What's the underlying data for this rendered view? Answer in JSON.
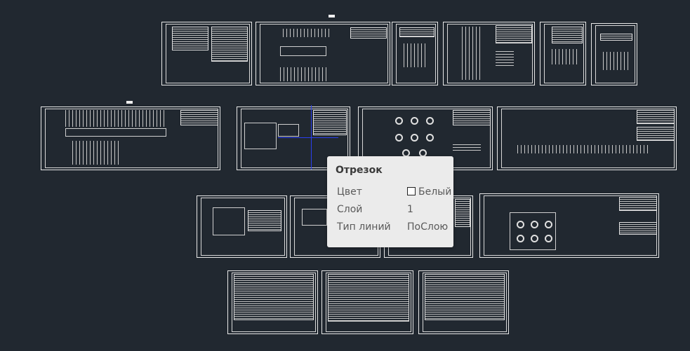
{
  "tooltip": {
    "title": "Отрезок",
    "rows": [
      {
        "label": "Цвет",
        "value": "Белый",
        "swatch_color": "#ffffff"
      },
      {
        "label": "Слой",
        "value": "1"
      },
      {
        "label": "Тип линий",
        "value": "ПоСлою"
      }
    ]
  },
  "colors": {
    "background": "#212830",
    "linework": "#ffffff",
    "crosshair": "#2a3ff0",
    "tooltip_bg": "#ebebeb"
  }
}
